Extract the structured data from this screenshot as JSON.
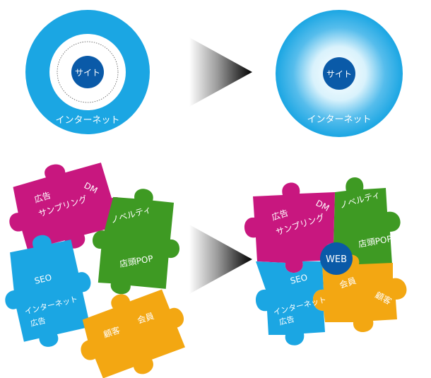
{
  "top_left": {
    "site_label": "サイト",
    "internet_label": "インターネット",
    "colors": {
      "ring": "#1ba6e3",
      "core": "#0a5aa8"
    }
  },
  "top_right": {
    "site_label": "サイト",
    "internet_label": "インターネット",
    "colors": {
      "outer": "#1ba6e3",
      "inner": "#e8f7fd",
      "core": "#0a5aa8"
    }
  },
  "scattered_pieces": {
    "magenta": {
      "label1": "DM",
      "label2": "広告",
      "label3": "サンプリング",
      "color": "#c8177f"
    },
    "green": {
      "label1": "ノベルティ",
      "label2": "店頭POP",
      "color": "#3e9a23"
    },
    "blue": {
      "label1": "SEO",
      "label2": "インターネット",
      "label3": "広告",
      "color": "#1ba6e3"
    },
    "orange": {
      "label1": "会員",
      "label2": "顧客",
      "color": "#f3a712"
    }
  },
  "assembled_pieces": {
    "magenta": {
      "label1": "DM",
      "label2": "広告",
      "label3": "サンプリング"
    },
    "green": {
      "label1": "ノベルティ",
      "label2": "店頭POP"
    },
    "blue": {
      "label1": "SEO",
      "label2": "インターネット",
      "label3": "広告"
    },
    "orange": {
      "label1": "会員",
      "label2": "顧客"
    },
    "center_label": "WEB"
  }
}
